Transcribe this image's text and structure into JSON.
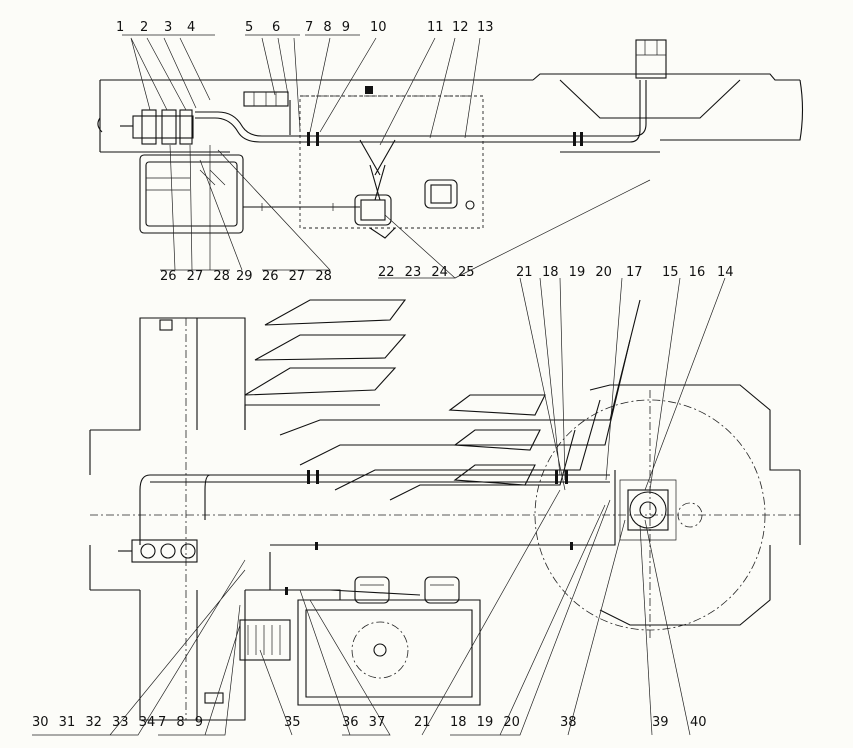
{
  "labels": {
    "n1": "1",
    "n2": "2",
    "n3": "3",
    "n4": "4",
    "n5": "5",
    "n6": "6",
    "n7_8_9_top": "7 8 9",
    "n10": "10",
    "n11": "11",
    "n12": "12",
    "n13": "13",
    "n26_27_28_a": "26 27 28",
    "n29": "29",
    "n26_27_28_b": "26 27 28",
    "n22_25": "22 23 24 25",
    "n21_top": "21",
    "n18_20_top": "18 19 20",
    "n17": "17",
    "n15_16": "15 16",
    "n14": "14",
    "n30_34": "30 31 32 33 34",
    "n7_8_9_bot": "7 8 9",
    "n35": "35",
    "n36_37": "36 37",
    "n21_bot": "21",
    "n18_20_bot": "18 19 20",
    "n38": "38",
    "n39": "39",
    "n40": "40"
  }
}
